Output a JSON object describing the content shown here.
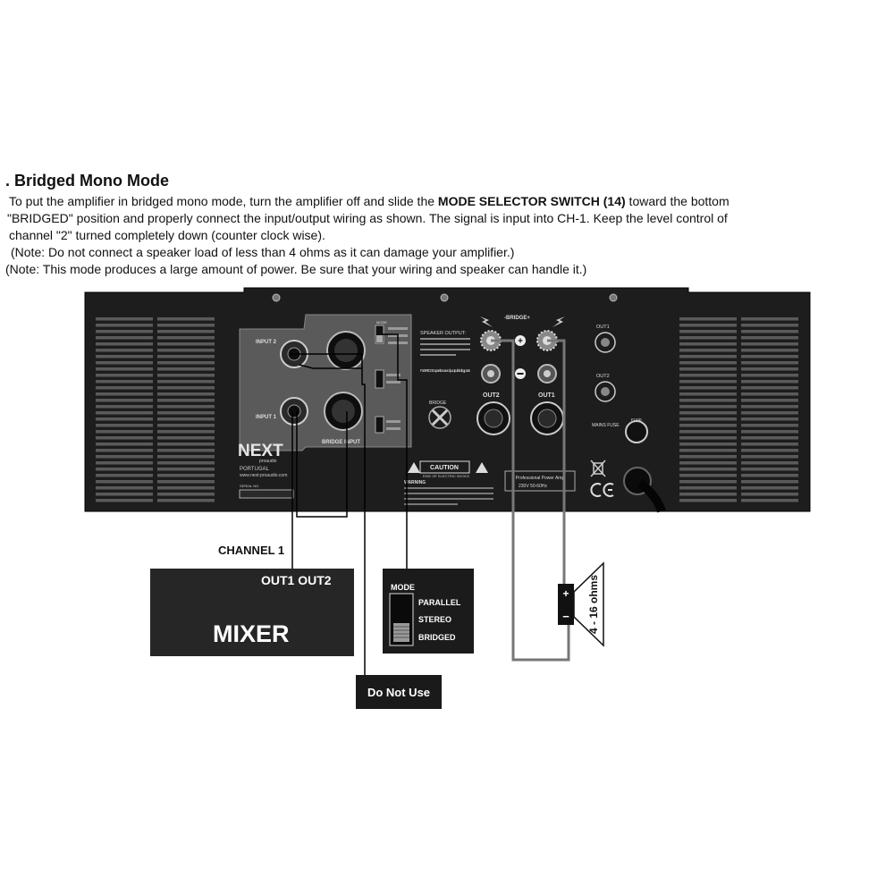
{
  "heading": ". Bridged Mono Mode",
  "instructions": {
    "line1_pre": "To put the amplifier in bridged mono mode, turn the amplifier off and slide the ",
    "line1_bold": "MODE SELECTOR SWITCH (14)",
    "line1_post": " toward the bottom",
    "line2": "\"BRIDGED\" position and properly connect the input/output wiring as shown. The signal is input into CH-1.  Keep the level control of",
    "line3": "channel \"2\" turned completely down (counter clock wise).",
    "note1": "(Note: Do not connect a speaker load of less than 4 ohms as it can damage your amplifier.)",
    "note2": "(Note: This mode produces a large amount of power. Be sure that your wiring and speaker can handle it.)"
  },
  "amplifier": {
    "input2_label": "INPUT 2",
    "input1_label": "INPUT 1",
    "bridge_input_label": "BRIDGE INPUT",
    "brand": "NEXT",
    "brand_sub": "proaudio",
    "country": "PORTUGAL",
    "website": "www.next-proaudio.com",
    "serial_label": "SERIAL NO.",
    "mode_label": "MODE",
    "speaker_output_label": "SPEAKER OUTPUT:",
    "bridge_top_label": "-BRIDGE+",
    "bridge_label": "BRIDGE",
    "for_bridge_text": "For BRIDGE operation use only output binding posts",
    "out2_label": "OUT2",
    "out1_label": "OUT1",
    "speakon_out1": "OUT1",
    "speakon_out2": "OUT2",
    "mains_fuse": "MAINS FUSE",
    "fuse": "FUSE",
    "caution": "CAUTION",
    "caution_sub": "RISK OF ELECTRIC SHOCK",
    "warning": "WARNING",
    "power_label": "Professional Power Amp",
    "voltage": "230V  50-60Hz"
  },
  "labels": {
    "channel1": "CHANNEL 1",
    "mixer_outputs": "OUT1 OUT2",
    "mixer": "MIXER",
    "do_not_use": "Do Not Use",
    "speaker_load": "4 - 16 ohms",
    "plus": "+",
    "minus": "−"
  },
  "mode_switch": {
    "title": "MODE",
    "options": [
      "PARALLEL",
      "STEREO",
      "BRIDGED"
    ],
    "selected": "BRIDGED"
  }
}
